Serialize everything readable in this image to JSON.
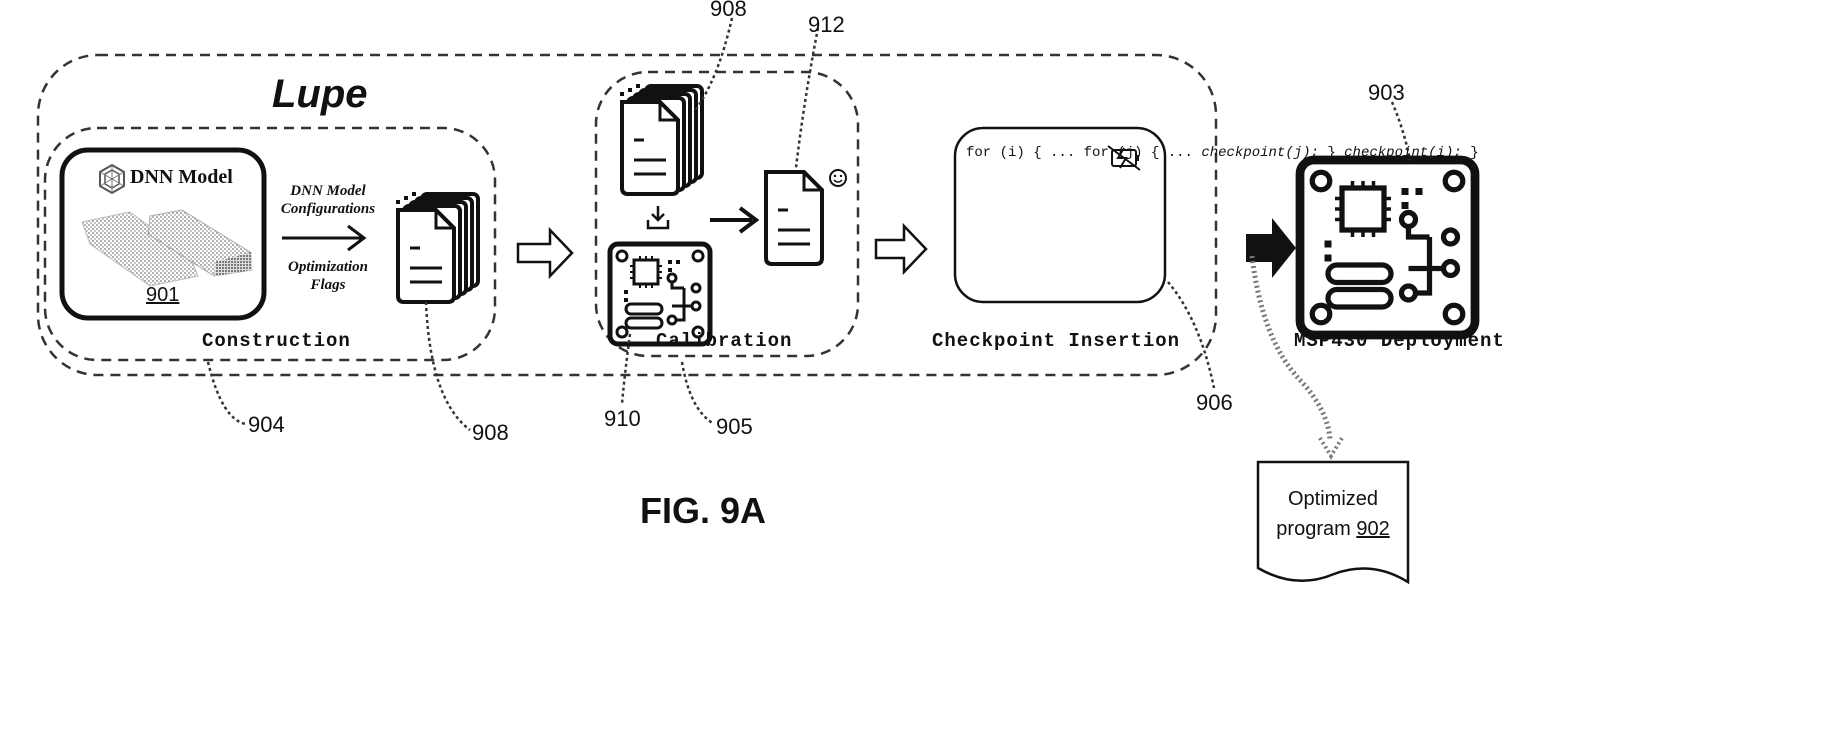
{
  "figure": {
    "title": "FIG. 9A",
    "framework_name": "Lupe",
    "construction": {
      "model_label": "DNN Model",
      "model_ref": "901",
      "arrow_label_top": "DNN Model Configurations",
      "arrow_label_bottom": "Optimization Flags",
      "stage_label": "Construction",
      "box_ref": "904",
      "docs_ref": "908"
    },
    "calibration": {
      "stage_label": "Calibration",
      "box_ref": "905",
      "docs_ref": "908",
      "board_ref": "910",
      "doc_ref": "912"
    },
    "checkpoint": {
      "code_lines": [
        "for (i) {",
        "  ...",
        "  for (j) {",
        "    ...",
        "    checkpoint(j);",
        "  }",
        "  checkpoint(i);",
        "}"
      ],
      "stage_label": "Checkpoint Insertion",
      "ref": "906"
    },
    "deployment": {
      "stage_label": "MSP430 Deployment",
      "ref": "903"
    },
    "output": {
      "line1": "Optimized",
      "line2_prefix": "program ",
      "line2_ref": "902"
    }
  }
}
